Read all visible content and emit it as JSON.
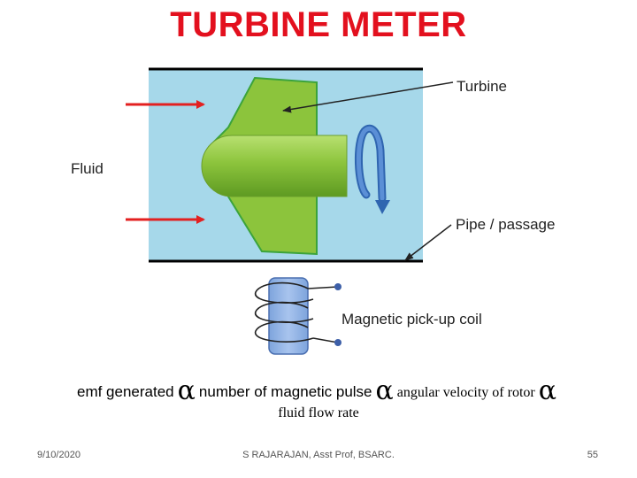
{
  "title": "TURBINE METER",
  "labels": {
    "turbine": "Turbine",
    "fluid": "Fluid",
    "pipe": "Pipe / passage",
    "coil": "Magnetic pick-up coil"
  },
  "formula": {
    "part1": "emf generated",
    "alpha": "α",
    "part2": "number of magnetic pulse",
    "part3": "angular velocity of rotor",
    "part4": "fluid flow rate"
  },
  "footer": {
    "date": "9/10/2020",
    "author": "S RAJARAJAN, Asst Prof, BSARC.",
    "page": "55"
  },
  "colors": {
    "title": "#e3101e",
    "pipe_fill": "#a6d8ea",
    "turbine": "#8cc43c",
    "arrow": "#e32020",
    "coil": "#8aaee0",
    "rotation_arrow": "#4a7fc8"
  }
}
